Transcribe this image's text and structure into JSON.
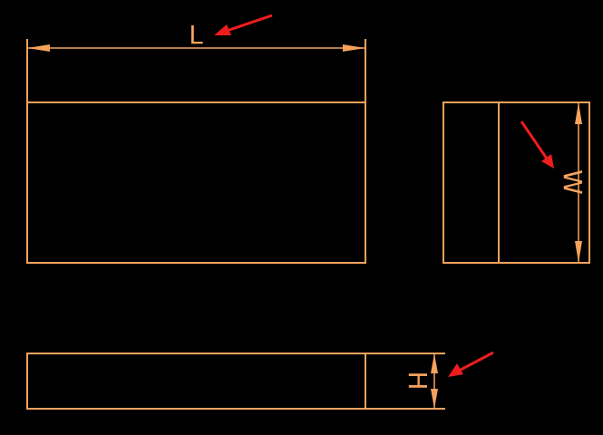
{
  "colors": {
    "background": "#000000",
    "drawing_lines": "#f5a25d",
    "pointer_arrows": "#ee1d1d"
  },
  "views": {
    "top": {
      "dimension_label": "L"
    },
    "side": {
      "dimension_label": "W"
    },
    "front": {
      "dimension_label": "H"
    }
  },
  "icons": {
    "pointer": "red-arrow-icon"
  }
}
